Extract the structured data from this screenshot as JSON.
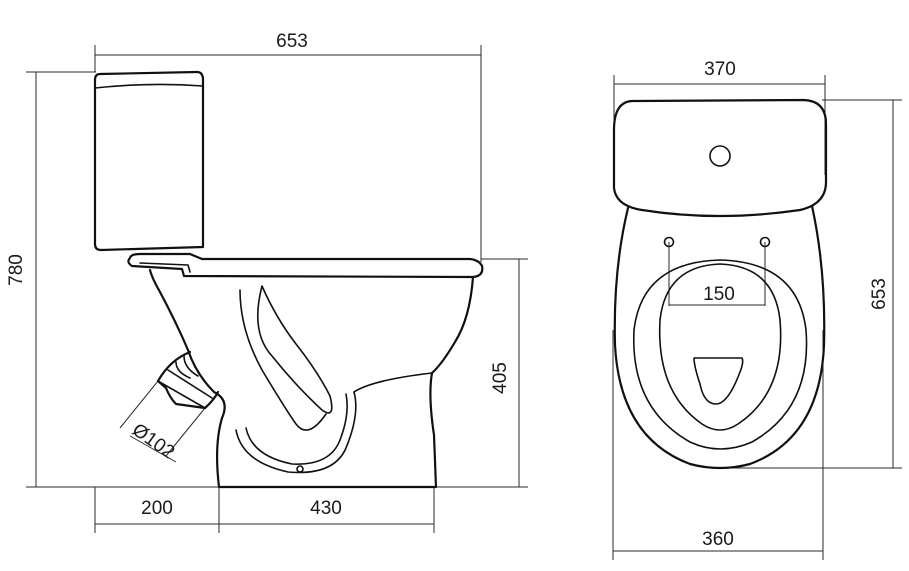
{
  "side_view": {
    "total_length": "653",
    "total_height": "780",
    "bowl_height": "405",
    "outlet_offset": "200",
    "base_length": "430",
    "outlet_diameter": "Ø102"
  },
  "top_view": {
    "tank_width": "370",
    "bowl_width": "360",
    "depth": "653",
    "hole_spacing": "150"
  }
}
